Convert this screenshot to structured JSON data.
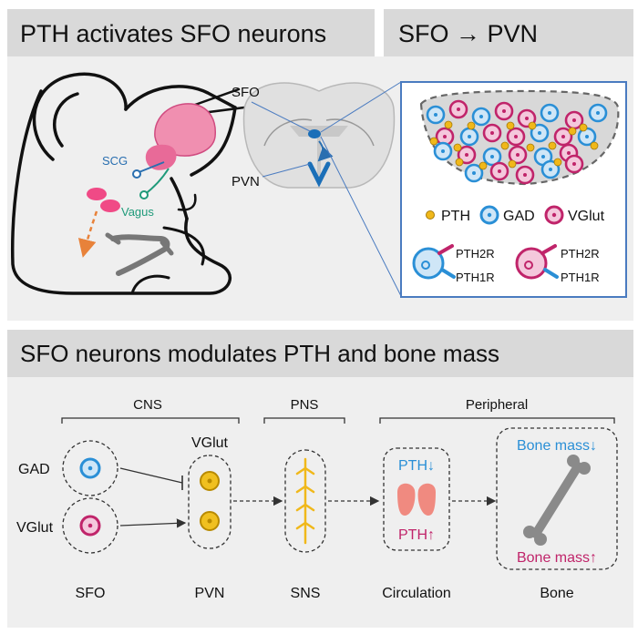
{
  "headers": {
    "panel1": "PTH activates SFO neurons",
    "panel2": "SFO → PVN",
    "panel3": "SFO neurons modulates PTH and bone mass"
  },
  "mouse": {
    "scg": "SCG",
    "vagus": "Vagus"
  },
  "brain": {
    "sfo": "SFO",
    "pvn": "PVN"
  },
  "legend": {
    "pth": "PTH",
    "gad": "GAD",
    "vglut": "VGlut",
    "pth2r_a": "PTH2R",
    "pth1r_a": "PTH1R",
    "pth2r_b": "PTH2R",
    "pth1r_b": "PTH1R"
  },
  "pathway": {
    "cns": "CNS",
    "pns": "PNS",
    "peripheral": "Peripheral",
    "gad": "GAD",
    "vglut_left": "VGlut",
    "vglut_pvn": "VGlut",
    "pth_down": "PTH↓",
    "pth_up": "PTH↑",
    "bone_mass_down": "Bone mass↓",
    "bone_mass_up": "Bone mass↑"
  },
  "bottom_labels": {
    "sfo": "SFO",
    "pvn": "PVN",
    "sns": "SNS",
    "circulation": "Circulation",
    "bone": "Bone"
  },
  "colors": {
    "gad_blue": "#2a8fd6",
    "vglut_magenta": "#c0246a",
    "pth_gold": "#f0b81a",
    "parathyroid_pink": "#f08a80",
    "header_gray": "#d9d9d9",
    "panel_gray": "#efefef",
    "frame_blue": "#4a7bc0"
  }
}
